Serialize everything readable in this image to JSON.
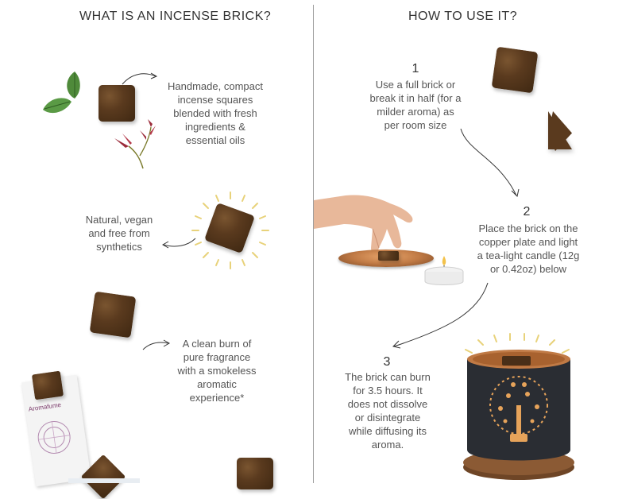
{
  "left": {
    "heading": "WHAT IS AN INCENSE BRICK?",
    "text1": "Handmade, compact\nincense squares\nblended with fresh\ningredients &\nessential oils",
    "text2": "Natural, vegan\nand free from\nsynthetics",
    "text3": "A clean burn of\npure fragrance\nwith a smokeless\naromatic\nexperience*",
    "packet_brand": "Aromafume"
  },
  "right": {
    "heading": "HOW TO USE IT?",
    "steps": [
      {
        "num": "1",
        "text": "Use a full brick or\nbreak it in half (for a\nmilder aroma) as\nper room size"
      },
      {
        "num": "2",
        "text": "Place the brick on the\ncopper plate and light\na tea-light candle (12g\nor 0.42oz) below"
      },
      {
        "num": "3",
        "text": "The brick can burn\nfor 3.5 hours. It\ndoes not dissolve\nor disintegrate\nwhile diffusing its\naroma."
      }
    ]
  },
  "colors": {
    "brick": "#5a3a1e",
    "copper": "#c07a45",
    "diffuser": "#2a2d33",
    "base": "#8b5a34",
    "glow": "#e8d27a",
    "mint": "#4f8a3a",
    "flower": "#9b2b3a"
  },
  "icons": [
    "mint-leaf-icon",
    "flower-icon",
    "arrow-icon",
    "glow-rays-icon",
    "hand-icon",
    "tealight-icon",
    "diffuser-icon"
  ]
}
